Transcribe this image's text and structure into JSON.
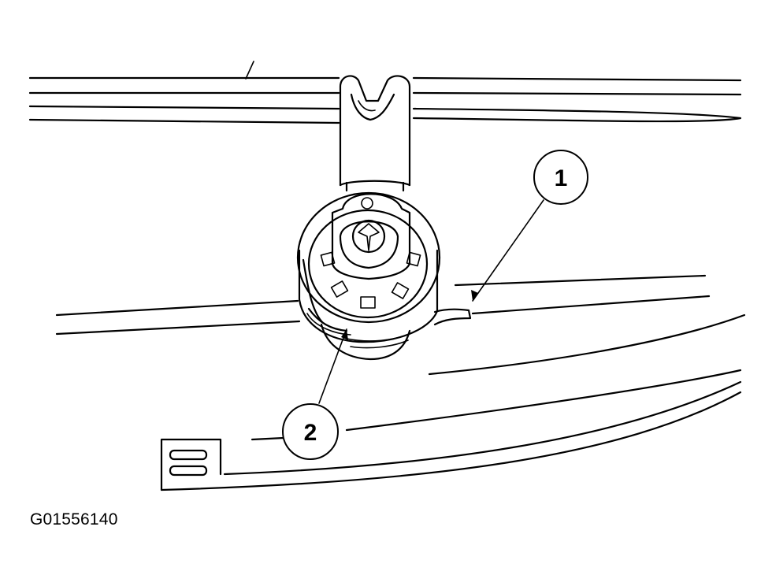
{
  "figure_id": "G01556140",
  "callouts": [
    {
      "number": "1"
    },
    {
      "number": "2"
    }
  ]
}
